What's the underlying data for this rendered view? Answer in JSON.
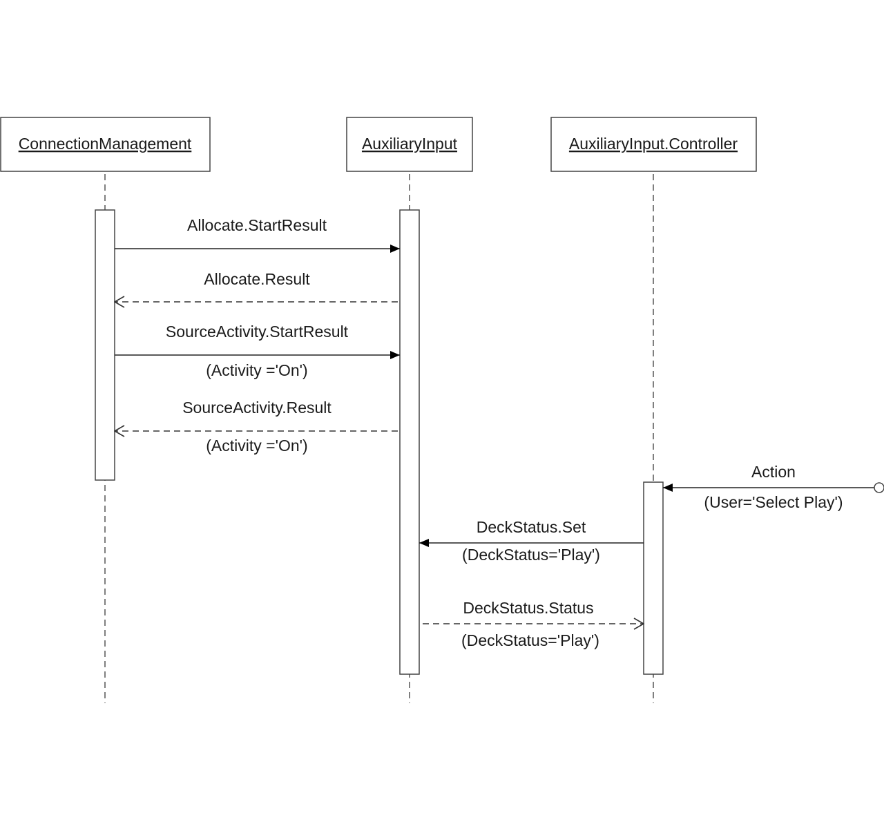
{
  "participants": [
    {
      "name": "ConnectionManagement"
    },
    {
      "name": "AuxiliaryInput"
    },
    {
      "name": "AuxiliaryInput.Controller"
    }
  ],
  "messages": [
    {
      "label": "Allocate.StartResult",
      "param": ""
    },
    {
      "label": "Allocate.Result",
      "param": ""
    },
    {
      "label": "SourceActivity.StartResult",
      "param": "(Activity ='On')"
    },
    {
      "label": "SourceActivity.Result",
      "param": "(Activity ='On')"
    },
    {
      "label": "Action",
      "param": "(User='Select Play')"
    },
    {
      "label": "DeckStatus.Set",
      "param": "(DeckStatus='Play')"
    },
    {
      "label": "DeckStatus.Status",
      "param": "(DeckStatus='Play')"
    }
  ]
}
